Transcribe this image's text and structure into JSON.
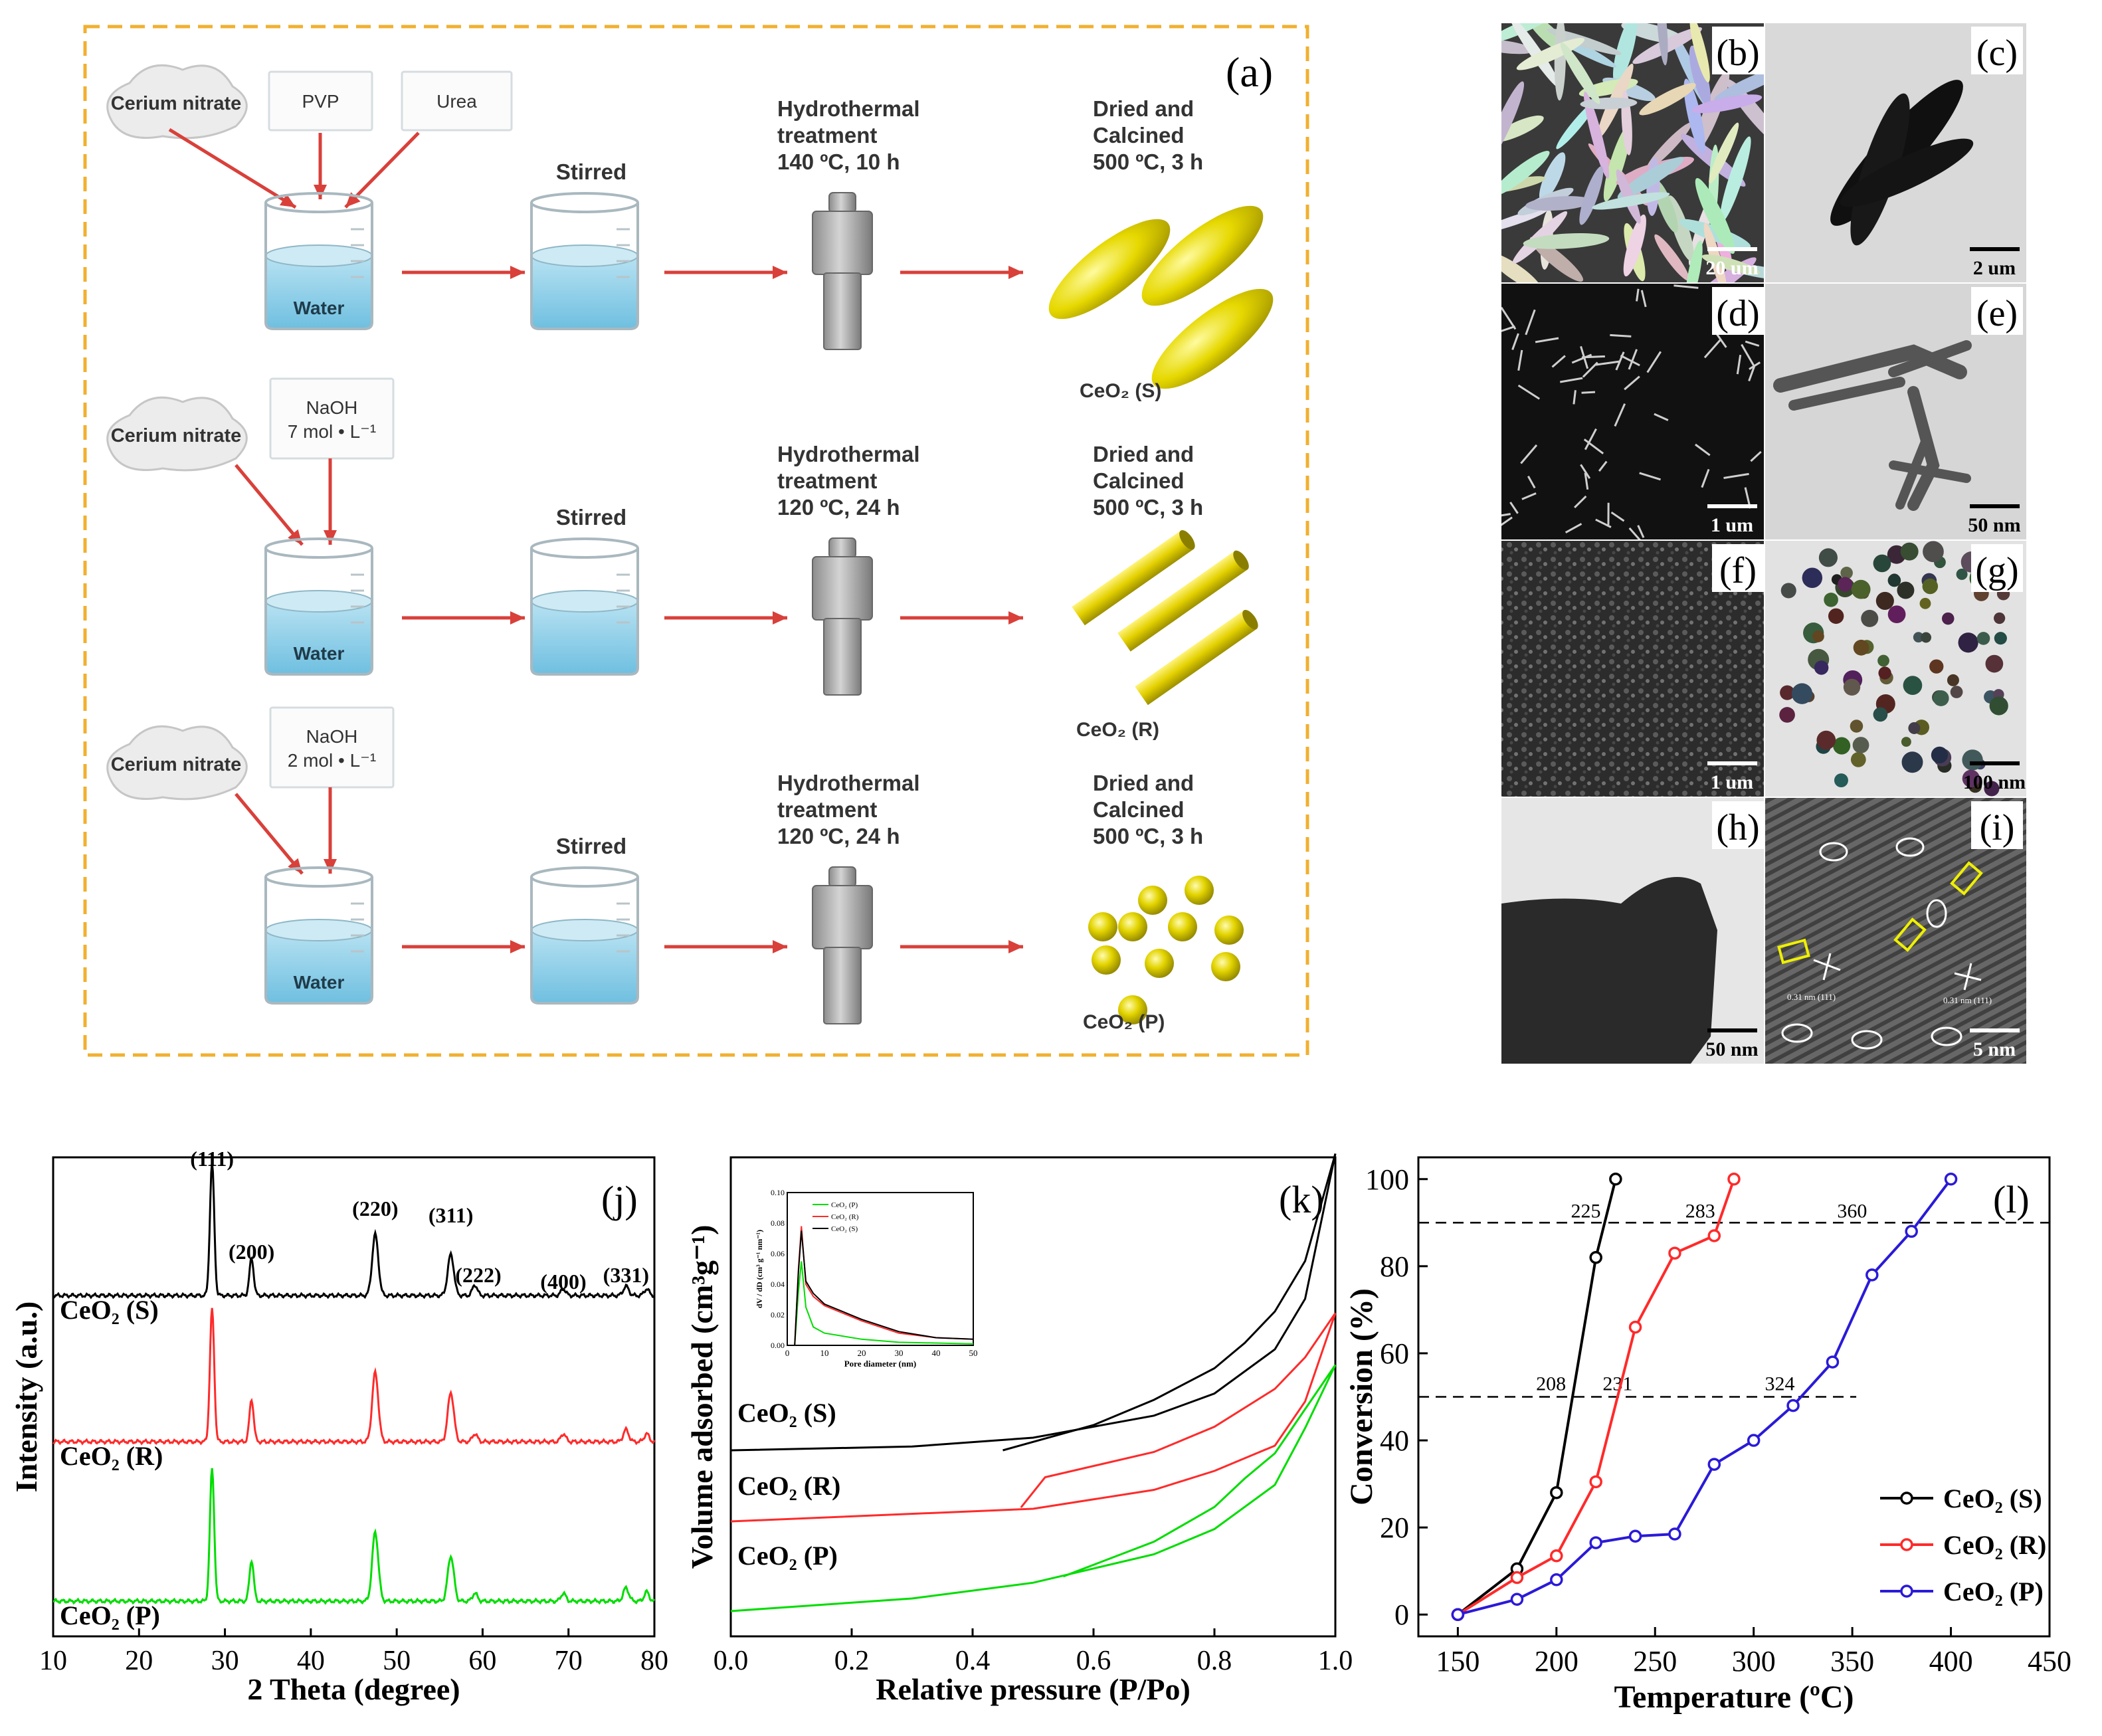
{
  "panels": {
    "a": "(a)",
    "b": "(b)",
    "c": "(c)",
    "d": "(d)",
    "e": "(e)",
    "f": "(f)",
    "g": "(g)",
    "h": "(h)",
    "i": "(i)",
    "j": "(j)",
    "k": "(k)",
    "l": "(l)"
  },
  "scheme": {
    "rows": [
      {
        "precursor": "Cerium nitrate",
        "reagents": [
          "PVP",
          "Urea"
        ],
        "beaker": "Water",
        "stirred": "Stirred",
        "hydro": [
          "Hydrothermal",
          "treatment",
          "140 ºC, 10 h"
        ],
        "calc": [
          "Dried and",
          "Calcined",
          "500 ºC, 3 h"
        ],
        "product": "CeO₂ (S)",
        "shape": "spindle"
      },
      {
        "precursor": "Cerium nitrate",
        "reagents": [
          "NaOH\n7 mol • L⁻¹"
        ],
        "beaker": "Water",
        "stirred": "Stirred",
        "hydro": [
          "Hydrothermal",
          "treatment",
          "120 ºC, 24 h"
        ],
        "calc": [
          "Dried and",
          "Calcined",
          "500 ºC, 3 h"
        ],
        "product": "CeO₂ (R)",
        "shape": "rod"
      },
      {
        "precursor": "Cerium nitrate",
        "reagents": [
          "NaOH\n2 mol • L⁻¹"
        ],
        "beaker": "Water",
        "stirred": "Stirred",
        "hydro": [
          "Hydrothermal",
          "treatment",
          "120 ºC, 24 h"
        ],
        "calc": [
          "Dried and",
          "Calcined",
          "500 ºC, 3 h"
        ],
        "product": "CeO₂ (P)",
        "shape": "particle"
      }
    ]
  },
  "micrographs": {
    "scale_bars": {
      "b": "20 um",
      "c": "2 um",
      "d": "1 um",
      "e": "50 nm",
      "f": "1 um",
      "g": "100 nm",
      "h": "50 nm",
      "i": "5 nm"
    },
    "lattice_labels": [
      "0.31 nm\n(111)",
      "0.31 nm\n(111)"
    ]
  },
  "colors": {
    "S": "#000000",
    "R": "#ff2a2a",
    "P": "#00dd00",
    "P_conv": "#2a1ad8",
    "scheme_border": "#f0b030",
    "arrow": "#d9403a",
    "water": "#9bd3ea"
  },
  "chart_data": [
    {
      "panel": "j",
      "type": "line",
      "xlabel": "2 Theta (degree)",
      "ylabel": "Intensity (a.u.)",
      "xlim": [
        10,
        80
      ],
      "x_ticks": [
        10,
        20,
        30,
        40,
        50,
        60,
        70,
        80
      ],
      "y_ticks_shown": false,
      "peaks": [
        28.5,
        33.1,
        47.5,
        56.3,
        59.1,
        69.4,
        76.7,
        79.1
      ],
      "peak_labels": [
        "(111)",
        "(200)",
        "(220)",
        "(311)",
        "(222)",
        "(400)",
        "(331)"
      ],
      "series": [
        {
          "name": "CeO₂ (S)",
          "color": "#000000",
          "rel_heights": [
            1.0,
            0.28,
            0.46,
            0.31,
            0.08,
            0.05,
            0.07,
            0.05
          ]
        },
        {
          "name": "CeO₂ (R)",
          "color": "#ff2a2a",
          "rel_heights": [
            1.0,
            0.32,
            0.52,
            0.37,
            0.06,
            0.06,
            0.09,
            0.06
          ]
        },
        {
          "name": "CeO₂ (P)",
          "color": "#00dd00",
          "rel_heights": [
            1.0,
            0.31,
            0.52,
            0.34,
            0.06,
            0.06,
            0.1,
            0.07
          ]
        }
      ]
    },
    {
      "panel": "k",
      "type": "line",
      "xlabel": "Relative pressure (P/Po)",
      "ylabel": "Volume adsorbed (cm³g⁻¹)",
      "xlim": [
        0.0,
        1.0
      ],
      "x_ticks": [
        "0.0",
        "0.2",
        "0.4",
        "0.6",
        "0.8",
        "1.0"
      ],
      "y_ticks_shown": false,
      "series": [
        {
          "name": "CeO₂ (S)",
          "color": "#000000",
          "adsorption": [
            [
              0.0,
              0.0
            ],
            [
              0.3,
              0.6
            ],
            [
              0.5,
              2.0
            ],
            [
              0.7,
              5.5
            ],
            [
              0.8,
              9.0
            ],
            [
              0.9,
              16.0
            ],
            [
              0.95,
              24.0
            ],
            [
              1.0,
              47.0
            ]
          ],
          "desorption": [
            [
              0.45,
              0.0
            ],
            [
              0.6,
              4.0
            ],
            [
              0.7,
              8.0
            ],
            [
              0.8,
              13.0
            ],
            [
              0.85,
              17.0
            ],
            [
              0.9,
              22.0
            ],
            [
              0.95,
              30.0
            ],
            [
              1.0,
              47.0
            ]
          ]
        },
        {
          "name": "CeO₂ (R)",
          "color": "#ff2a2a",
          "adsorption": [
            [
              0.0,
              0.0
            ],
            [
              0.5,
              2.0
            ],
            [
              0.7,
              5.0
            ],
            [
              0.8,
              8.0
            ],
            [
              0.9,
              12.0
            ],
            [
              0.95,
              19.0
            ],
            [
              1.0,
              33.0
            ]
          ],
          "desorption": [
            [
              0.48,
              2.2
            ],
            [
              0.52,
              7.0
            ],
            [
              0.7,
              11.0
            ],
            [
              0.8,
              15.0
            ],
            [
              0.9,
              21.0
            ],
            [
              0.95,
              26.0
            ],
            [
              1.0,
              33.0
            ]
          ]
        },
        {
          "name": "CeO₂ (P)",
          "color": "#00dd00",
          "adsorption": [
            [
              0.0,
              0.0
            ],
            [
              0.3,
              2.0
            ],
            [
              0.5,
              4.5
            ],
            [
              0.7,
              9.0
            ],
            [
              0.8,
              13.0
            ],
            [
              0.9,
              20.0
            ],
            [
              0.95,
              29.0
            ],
            [
              1.0,
              39.0
            ]
          ],
          "desorption": [
            [
              0.55,
              5.5
            ],
            [
              0.7,
              11.0
            ],
            [
              0.8,
              16.5
            ],
            [
              0.85,
              21.0
            ],
            [
              0.9,
              25.0
            ],
            [
              0.95,
              32.0
            ],
            [
              1.0,
              39.0
            ]
          ]
        }
      ],
      "inset": {
        "xlabel": "Pore diameter (nm)",
        "ylabel": "dV / dD (cm³ g⁻¹ nm⁻¹)",
        "xlim": [
          0,
          50
        ],
        "ylim": [
          0.0,
          0.1
        ],
        "x_ticks": [
          0,
          10,
          20,
          30,
          40,
          50
        ],
        "y_ticks": [
          "0.00",
          "0.02",
          "0.04",
          "0.06",
          "0.08",
          "0.10"
        ],
        "legend": [
          "CeO₂ (P)",
          "CeO₂ (R)",
          "CeO₂ (S)"
        ],
        "series": [
          {
            "name": "CeO₂ (P)",
            "color": "#00dd00",
            "points": [
              [
                2,
                0.0
              ],
              [
                3,
                0.035
              ],
              [
                3.8,
                0.055
              ],
              [
                5,
                0.025
              ],
              [
                7,
                0.012
              ],
              [
                10,
                0.008
              ],
              [
                20,
                0.004
              ],
              [
                30,
                0.002
              ],
              [
                50,
                0.001
              ]
            ]
          },
          {
            "name": "CeO₂ (R)",
            "color": "#ff2a2a",
            "points": [
              [
                2,
                0.0
              ],
              [
                3,
                0.05
              ],
              [
                3.8,
                0.078
              ],
              [
                5,
                0.04
              ],
              [
                7,
                0.032
              ],
              [
                10,
                0.026
              ],
              [
                20,
                0.016
              ],
              [
                30,
                0.008
              ],
              [
                40,
                0.005
              ],
              [
                50,
                0.004
              ]
            ]
          },
          {
            "name": "CeO₂ (S)",
            "color": "#000000",
            "points": [
              [
                2,
                0.0
              ],
              [
                3,
                0.048
              ],
              [
                3.8,
                0.075
              ],
              [
                5,
                0.042
              ],
              [
                7,
                0.034
              ],
              [
                10,
                0.027
              ],
              [
                20,
                0.017
              ],
              [
                30,
                0.009
              ],
              [
                40,
                0.005
              ],
              [
                50,
                0.004
              ]
            ]
          }
        ]
      },
      "curve_labels": [
        "CeO₂ (S)",
        "CeO₂ (R)",
        "CeO₂ (P)"
      ]
    },
    {
      "panel": "l",
      "type": "line",
      "xlabel": "Temperature (ºC)",
      "ylabel": "Conversion (%)",
      "xlim": [
        130,
        450
      ],
      "ylim": [
        -5,
        105
      ],
      "x_ticks": [
        150,
        200,
        250,
        300,
        350,
        400,
        450
      ],
      "y_ticks": [
        0,
        20,
        40,
        60,
        80,
        100
      ],
      "reference_lines": [
        90,
        50
      ],
      "legend_position": "bottom-right",
      "annotations": [
        {
          "text": "225",
          "x": 225,
          "y": 90
        },
        {
          "text": "283",
          "x": 283,
          "y": 90
        },
        {
          "text": "360",
          "x": 360,
          "y": 90
        },
        {
          "text": "208",
          "x": 208,
          "y": 50
        },
        {
          "text": "231",
          "x": 231,
          "y": 50
        },
        {
          "text": "324",
          "x": 324,
          "y": 50
        }
      ],
      "series": [
        {
          "name": "CeO₂ (S)",
          "color": "#000000",
          "x": [
            150,
            180,
            200,
            220,
            230
          ],
          "y": [
            0,
            10.5,
            28,
            82,
            100
          ]
        },
        {
          "name": "CeO₂ (R)",
          "color": "#ff2a2a",
          "x": [
            150,
            180,
            200,
            220,
            240,
            260,
            280,
            290
          ],
          "y": [
            0,
            8.5,
            13.5,
            30.5,
            66,
            83,
            87,
            100
          ]
        },
        {
          "name": "CeO₂ (P)",
          "color": "#2a1ad8",
          "x": [
            150,
            180,
            200,
            220,
            240,
            260,
            280,
            300,
            320,
            340,
            360,
            380,
            400
          ],
          "y": [
            0,
            3.5,
            8,
            16.5,
            18,
            18.5,
            34.5,
            40,
            48,
            58,
            78,
            88,
            100
          ]
        }
      ]
    }
  ]
}
